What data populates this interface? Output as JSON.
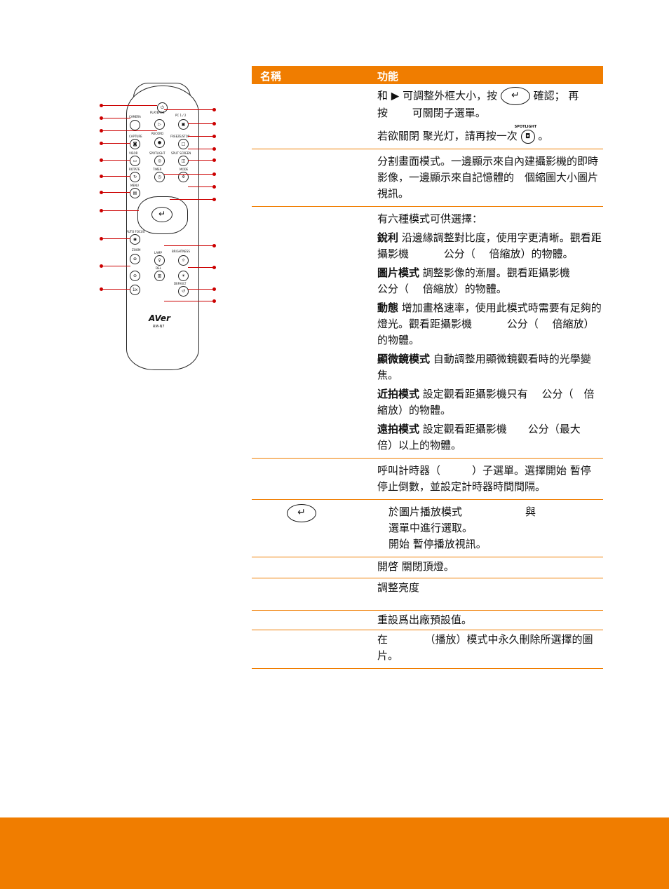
{
  "table": {
    "header": {
      "name": "名稱",
      "function": "功能"
    },
    "rows": [
      {
        "lines": [
          "和 ▶ 可調整外框大小，按",
          "確認； 再",
          "按　　 可關閉子選單。",
          "若欲關閉 聚光灯，請再按一次",
          "。"
        ],
        "spotlight_caption": "SPOTLIGHT"
      },
      {
        "lines": [
          "分割畫面模式。一邊顯示來自內建攝影機的即時影像，一邊顯示來自記憶體的　個縮圖大小圖片 視訊。"
        ]
      },
      {
        "intro": "有六種模式可供選擇：",
        "modes": [
          {
            "term": "銳利",
            "text": " 沿邊緣調整對比度，使用字更清晰。觀看距攝影機　　　 公分（　 倍縮放）的物體。"
          },
          {
            "term": "圖片模式",
            "text": " 調整影像的漸層。觀看距攝影機　　　 公分（　 倍縮放）的物體。"
          },
          {
            "term": "動態",
            "text": " 增加畫格速率，使用此模式時需要有足夠的燈光。觀看距攝影機　　　 公分（　 倍縮放）的物體。"
          },
          {
            "term": "顯微鏡模式",
            "text": " 自動調整用顯微鏡觀看時的光學變焦。"
          },
          {
            "term": "近拍模式",
            "text": " 設定觀看距攝影機只有　 公分（　倍縮放）的物體。"
          },
          {
            "term": "遠拍模式",
            "text": " 設定觀看距攝影機　　公分（最大　　倍）以上的物體。"
          }
        ]
      },
      {
        "lines": [
          "呼叫計時器（　　　）子選單。選擇開始 暫停 停止倒數，並設定計時器時間間隔。"
        ]
      },
      {
        "lines": [
          "於圖片播放模式　　　　　　與",
          "選單中進行選取。",
          "開始 暫停播放視訊。"
        ]
      },
      {
        "lines": [
          "開啓 關閉頂燈。"
        ]
      },
      {
        "lines": [
          "調整亮度"
        ]
      },
      {
        "lines": [
          "重設爲出廠預設值。"
        ]
      },
      {
        "lines": [
          "在　　　　（播放）模式中永久刪除所選擇的圖片。"
        ]
      }
    ]
  },
  "remote": {
    "brand": "AVer",
    "model": "RM-N7",
    "labels": {
      "camera": "CAMERA",
      "playback": "PLAYBACK",
      "pc": "PC 1 / 2",
      "record": "RECORD",
      "freeze": "FREEZE/STOP",
      "capture": "CAPTURE",
      "visor": "VISOR",
      "spotlight": "SPOTLIGHT",
      "split": "SPLIT SCREEN",
      "rotate": "ROTATE",
      "timer": "TIMER",
      "mode": "MODE",
      "menu": "MENU",
      "auto_focus": "AUTO FOCUS",
      "zoom": "ZOOM",
      "lamp": "LAMP",
      "brightness": "BRIGHTNESS",
      "default": "DEFAULT",
      "del": "DEL",
      "one_x": "1x"
    }
  },
  "colors": {
    "accent": "#f07d00",
    "callout": "#cc0000"
  },
  "icons": {
    "enter": "enter-key-icon",
    "spotlight": "spotlight-icon"
  }
}
